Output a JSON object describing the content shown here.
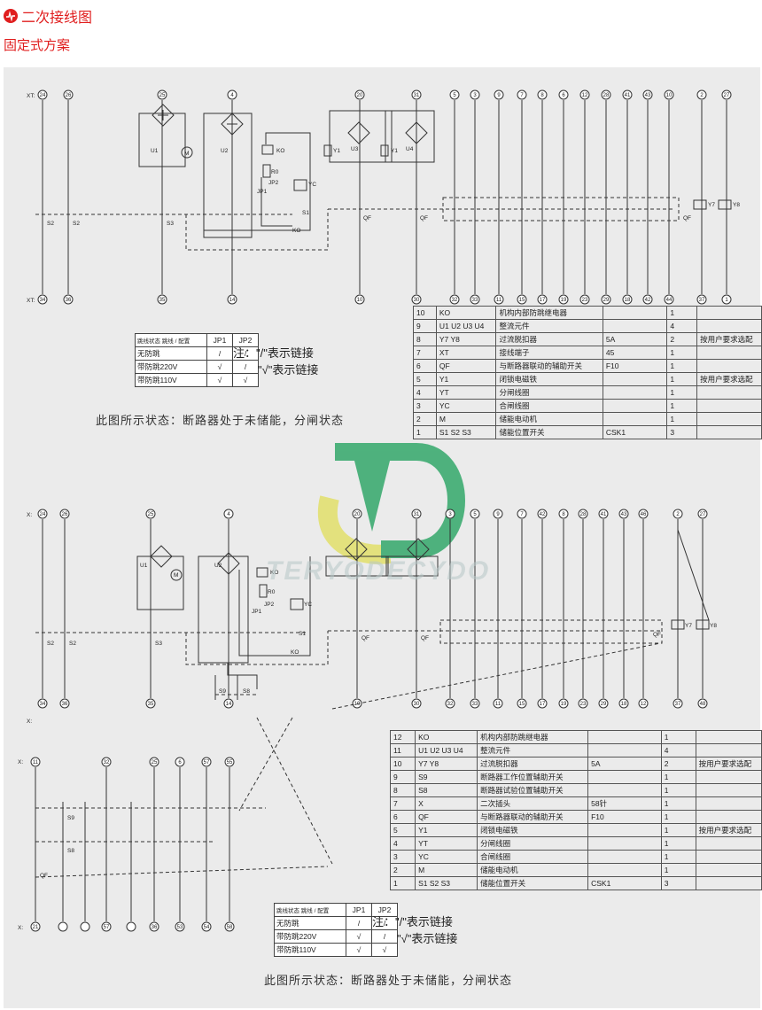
{
  "header": {
    "title": "二次接线图",
    "subtitle": "固定式方案"
  },
  "watermark": "TERYODECYDO",
  "top": {
    "terminals_top": [
      "24",
      "26",
      "25",
      "4",
      "20",
      "31",
      "5",
      "3",
      "9",
      "7",
      "8",
      "6",
      "12",
      "28",
      "41",
      "43",
      "10",
      "2",
      "27"
    ],
    "terminals_bottom": [
      "34",
      "36",
      "35",
      "14",
      "10",
      "30",
      "32",
      "33",
      "11",
      "15",
      "17",
      "19",
      "23",
      "29",
      "18",
      "42",
      "44",
      "37",
      "1"
    ],
    "xt_top": "XT:",
    "xt_bottom": "XT:",
    "table": [
      [
        "10",
        "KO",
        "机构内部防跳继电器",
        "",
        "1",
        ""
      ],
      [
        "9",
        "U1 U2 U3 U4",
        "整流元件",
        "",
        "4",
        ""
      ],
      [
        "8",
        "Y7 Y8",
        "过流脱扣器",
        "5A",
        "2",
        "按用户要求选配"
      ],
      [
        "7",
        "XT",
        "接线端子",
        "45",
        "1",
        ""
      ],
      [
        "6",
        "QF",
        "与断路器联动的辅助开关",
        "F10",
        "1",
        ""
      ],
      [
        "5",
        "Y1",
        "闭锁电磁铁",
        "",
        "1",
        "按用户要求选配"
      ],
      [
        "4",
        "YT",
        "分闸线圈",
        "",
        "1",
        ""
      ],
      [
        "3",
        "YC",
        "合闸线圈",
        "",
        "1",
        ""
      ],
      [
        "2",
        "M",
        "储能电动机",
        "",
        "1",
        ""
      ],
      [
        "1",
        "S1 S2 S3",
        "储能位置开关",
        "CSK1",
        "3",
        ""
      ]
    ],
    "config": {
      "corner_top": "跳线",
      "corner_mid": "跳线状态",
      "corner_bottom": "配置",
      "h1": "JP1",
      "h2": "JP2",
      "rows": [
        [
          "无防跳",
          "/",
          "/"
        ],
        [
          "带防跳220V",
          "√",
          "/"
        ],
        [
          "带防跳110V",
          "√",
          "√"
        ]
      ]
    },
    "note": [
      "注：\"/\"表示链接",
      "\"√\"表示链接"
    ],
    "caption": "此图所示状态：断路器处于未储能，分闸状态"
  },
  "bottom": {
    "terminals_top": [
      "24",
      "26",
      "25",
      "4",
      "20",
      "31",
      "3",
      "5",
      "9",
      "7",
      "42",
      "8",
      "28",
      "41",
      "43",
      "46",
      "2",
      "27"
    ],
    "terminals_bottom": [
      "34",
      "36",
      "35",
      "14",
      "10",
      "30",
      "32",
      "33",
      "11",
      "15",
      "17",
      "19",
      "23",
      "29",
      "18",
      "12",
      "37",
      "48"
    ],
    "x_top": "X:",
    "x_bottom": "X:",
    "lower_top": [
      "11",
      "32",
      "25",
      "6",
      "57",
      "55"
    ],
    "lower_bottom": [
      "21",
      "57",
      "36",
      "53",
      "54",
      "58"
    ],
    "x2_top": "X:",
    "x2_bottom": "X:",
    "table": [
      [
        "12",
        "KO",
        "机构内部防跳继电器",
        "",
        "1",
        ""
      ],
      [
        "11",
        "U1 U2 U3 U4",
        "整流元件",
        "",
        "4",
        ""
      ],
      [
        "10",
        "Y7 Y8",
        "过流脱扣器",
        "5A",
        "2",
        "按用户要求选配"
      ],
      [
        "9",
        "S9",
        "断路器工作位置辅助开关",
        "",
        "1",
        ""
      ],
      [
        "8",
        "S8",
        "断路器试验位置辅助开关",
        "",
        "1",
        ""
      ],
      [
        "7",
        "X",
        "二次插头",
        "58针",
        "1",
        ""
      ],
      [
        "6",
        "QF",
        "与断路器联动的辅助开关",
        "F10",
        "1",
        ""
      ],
      [
        "5",
        "Y1",
        "闭锁电磁铁",
        "",
        "1",
        "按用户要求选配"
      ],
      [
        "4",
        "YT",
        "分闸线圈",
        "",
        "1",
        ""
      ],
      [
        "3",
        "YC",
        "合闸线圈",
        "",
        "1",
        ""
      ],
      [
        "2",
        "M",
        "储能电动机",
        "",
        "1",
        ""
      ],
      [
        "1",
        "S1 S2 S3",
        "储能位置开关",
        "CSK1",
        "3",
        ""
      ]
    ],
    "config": {
      "corner_top": "跳线",
      "corner_mid": "跳线状态",
      "corner_bottom": "配置",
      "h1": "JP1",
      "h2": "JP2",
      "rows": [
        [
          "无防跳",
          "/",
          "/"
        ],
        [
          "带防跳220V",
          "√",
          "/"
        ],
        [
          "带防跳110V",
          "√",
          "√"
        ]
      ]
    },
    "note": [
      "注：\"/\"表示链接",
      "\"√\"表示链接"
    ],
    "caption": "此图所示状态：断路器处于未储能，分闸状态"
  },
  "labels": {
    "s2": "S2",
    "s3": "S3",
    "qf": "QF",
    "u1": "U1",
    "u2": "U2",
    "u3": "U3",
    "u4": "U4",
    "m": "M",
    "ko": "KO",
    "r0": "R0",
    "jp1": "JP1",
    "jp2": "JP2",
    "yc": "YC",
    "y1": "Y1",
    "y7": "Y7",
    "y8": "Y8",
    "s1": "S1",
    "s8": "S8",
    "s9": "S9"
  },
  "colors": {
    "accent": "#e01e1e",
    "panel": "#ebebeb",
    "line": "#333333",
    "logo_green": "#33a86a",
    "logo_yellow": "#e2e06a"
  }
}
